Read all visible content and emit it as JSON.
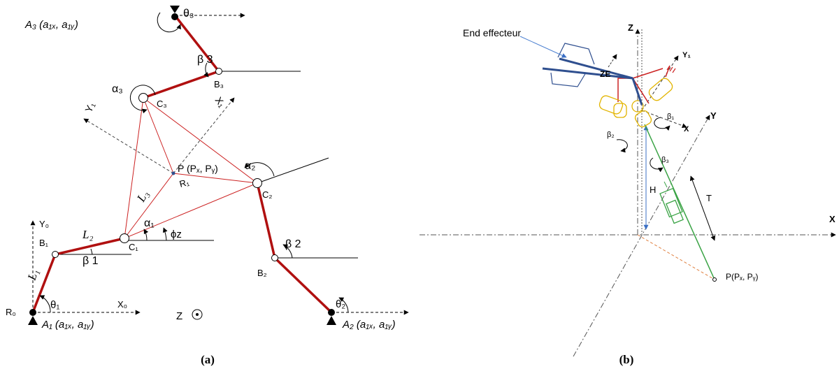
{
  "panel_a": {
    "caption": "(a)",
    "A1": "A₁ (a₁ₓ, a₁ᵧ)",
    "A2": "A₂ (a₁ₓ, a₁ᵧ)",
    "A3": "A₃ (a₁ₓ, a₁ᵧ)",
    "R0": "R₀",
    "X0": "X₀",
    "Y0": "Y₀",
    "theta1": "θ₁",
    "theta2": "θ₂",
    "theta3": "θ₃",
    "B1": "B₁",
    "B2": "B₂",
    "B3": "B₃",
    "C1": "C₁",
    "C2": "C₂",
    "C3": "C₃",
    "beta1": "β 1",
    "beta2": "β 2",
    "beta3": "β 3",
    "alpha1": "α₁",
    "alpha2": "α₂",
    "alpha3": "α₃",
    "phi_z": "ϕz",
    "L1": "L₁",
    "L2": "L₂",
    "L3": "L₃",
    "R1": "R₁",
    "P": "P (Pₓ, Pᵧ)",
    "X1": "X₁",
    "Y1": "Y₁",
    "Z": "Z"
  },
  "panel_b": {
    "caption": "(b)",
    "end_effector": "End effecteur",
    "Z": "Z",
    "X": "X",
    "Y": "Y",
    "ZE": "ZE",
    "Y1": "Y₁",
    "x": "X",
    "beta1": "β₁",
    "beta2": "β₂",
    "beta3": "β₃",
    "H": "H",
    "T": "T",
    "P": "P(Pₓ, Pᵧ)"
  },
  "colors": {
    "link_red": "#b01010",
    "triangle_red": "#cc2222",
    "effector_blue": "#2f4f8f",
    "leg_green": "#3aa345",
    "joint_yellow": "#e2b400",
    "dash_orange": "#e08040"
  }
}
